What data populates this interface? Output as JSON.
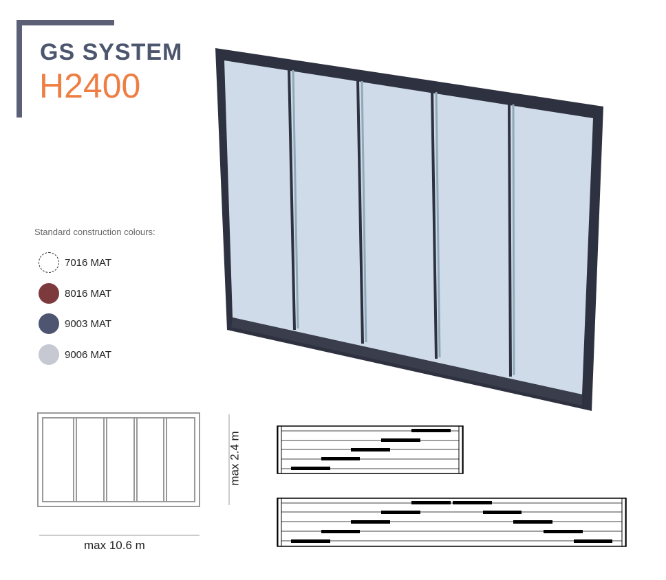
{
  "header": {
    "title": "GS SYSTEM",
    "model": "H2400"
  },
  "colours": {
    "label": "Standard construction colours:",
    "items": [
      {
        "name": "7016 MAT",
        "color": "#ffffff",
        "dashed": true
      },
      {
        "name": "8016 MAT",
        "color": "#7d3a3c"
      },
      {
        "name": "9003 MAT",
        "color": "#4e5571"
      },
      {
        "name": "9006 MAT",
        "color": "#c6c9d2"
      }
    ]
  },
  "dimensions": {
    "width": "max 10.6 m",
    "height": "max 2.4 m"
  },
  "colors": {
    "frame": "#2e3140",
    "glass": "#cfdbe8",
    "accent": "#ee7e43",
    "brand": "#4c566e"
  }
}
